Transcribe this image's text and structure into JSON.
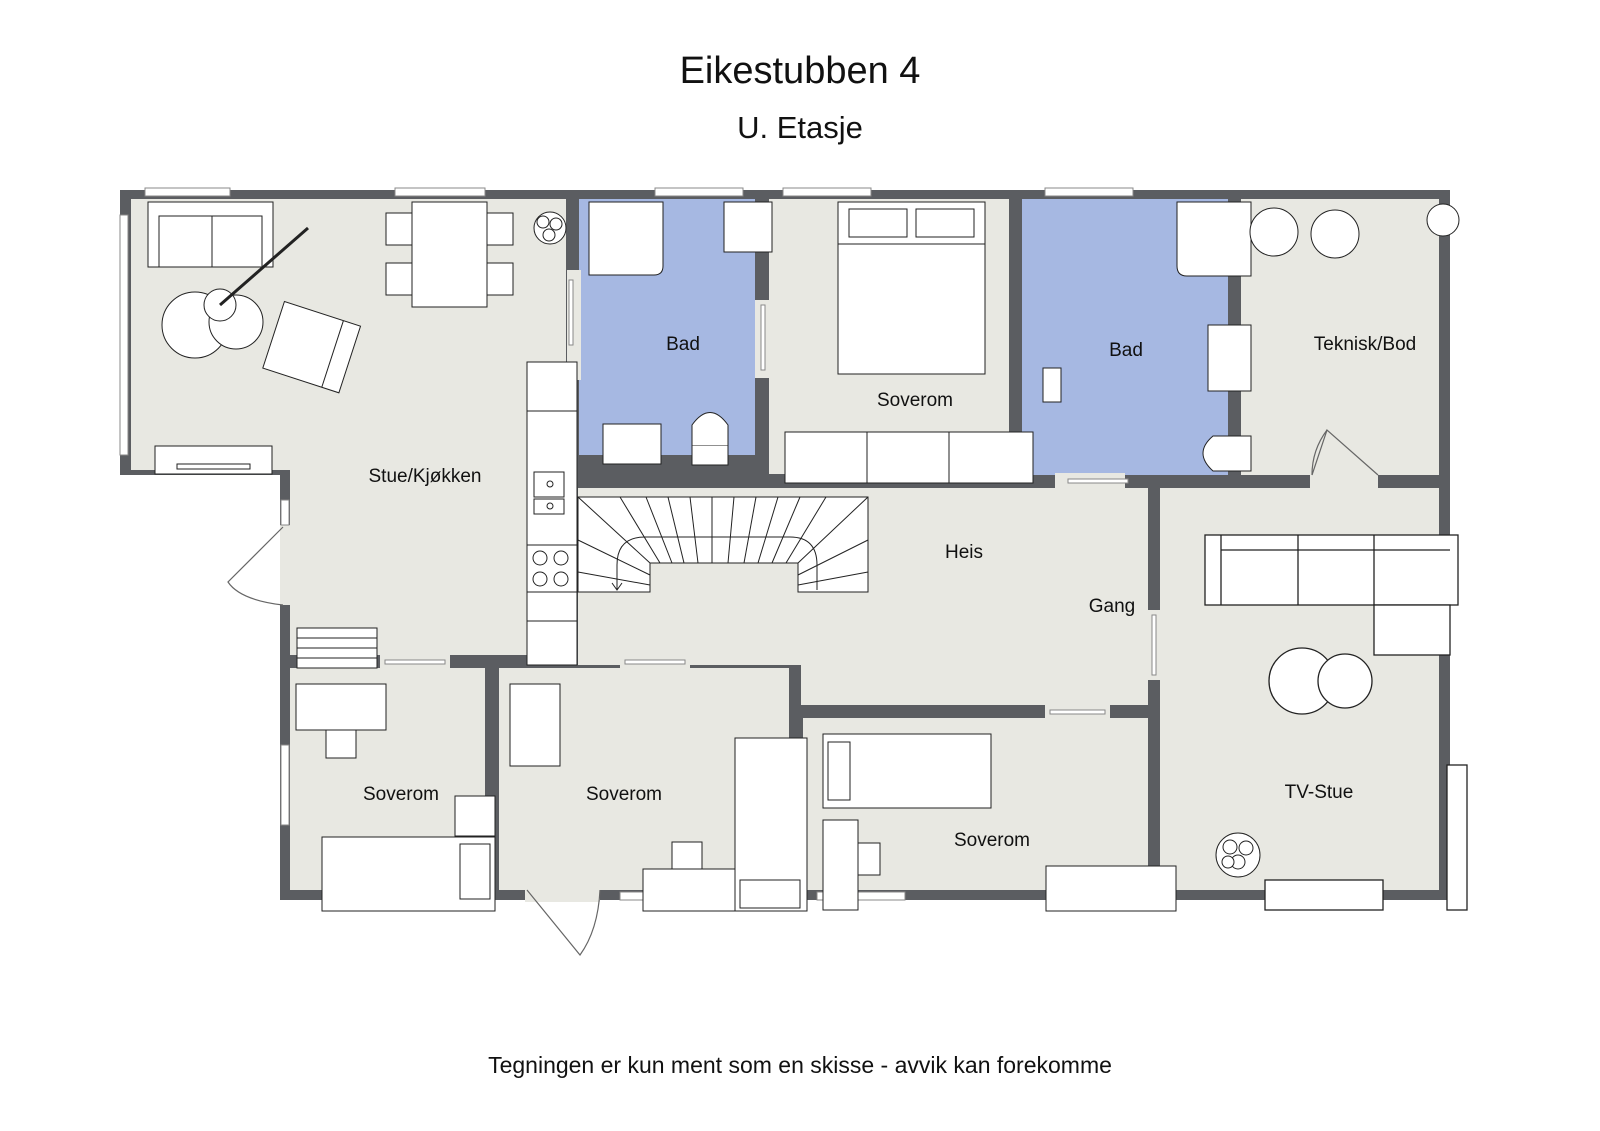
{
  "header": {
    "title": "Eikestubben 4",
    "subtitle": "U. Etasje"
  },
  "footer": {
    "disclaimer": "Tegningen er kun ment som en skisse - avvik kan forekomme"
  },
  "colors": {
    "wall": "#5b5d61",
    "floor": "#e8e8e2",
    "wet_room": "#a6b8e2",
    "furniture": "#ffffff",
    "line": "#222222"
  },
  "rooms": [
    {
      "id": "stue-kjokken",
      "label": "Stue/Kjøkken"
    },
    {
      "id": "bad-1",
      "label": "Bad"
    },
    {
      "id": "soverom-1",
      "label": "Soverom"
    },
    {
      "id": "bad-2",
      "label": "Bad"
    },
    {
      "id": "teknisk-bod",
      "label": "Teknisk/Bod"
    },
    {
      "id": "heis",
      "label": "Heis"
    },
    {
      "id": "gang",
      "label": "Gang"
    },
    {
      "id": "soverom-2",
      "label": "Soverom"
    },
    {
      "id": "soverom-3",
      "label": "Soverom"
    },
    {
      "id": "soverom-4",
      "label": "Soverom"
    },
    {
      "id": "tv-stue",
      "label": "TV-Stue"
    }
  ]
}
